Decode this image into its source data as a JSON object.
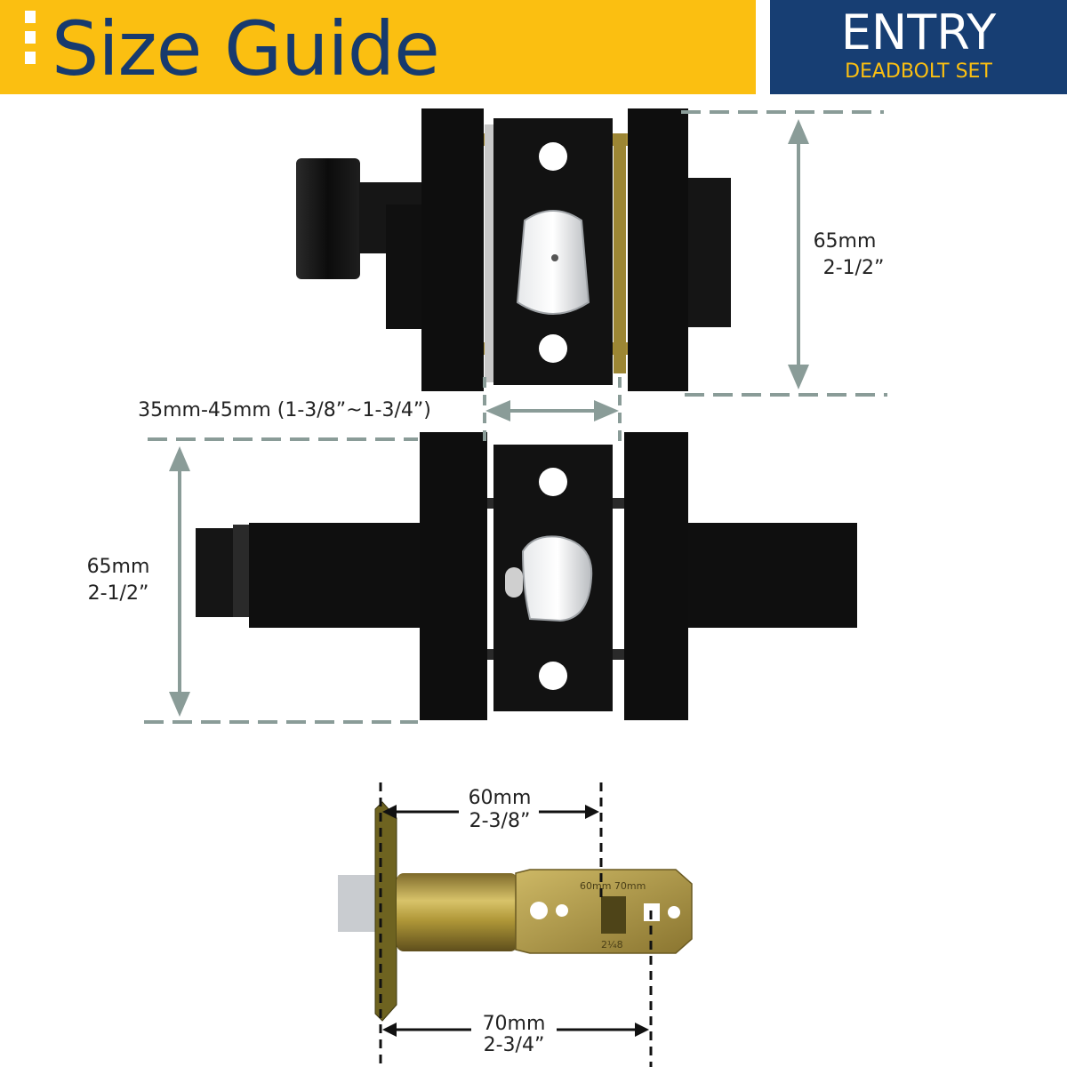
{
  "header": {
    "title": "Size Guide",
    "badge_title": "ENTRY",
    "badge_subtitle": "DEADBOLT SET",
    "accent_color": "#fbbf11",
    "badge_color": "#173e73"
  },
  "dimensions": {
    "deadbolt_height_mm": "65mm",
    "deadbolt_height_in": "2-1/2”",
    "door_thickness": "35mm-45mm (1-3/8”~1-3/4”)",
    "lever_height_mm": "65mm",
    "lever_height_in": "2-1/2”",
    "backset_short_mm": "60mm",
    "backset_short_in": "2-3/8”",
    "backset_long_mm": "70mm",
    "backset_long_in": "2-3/4”"
  },
  "latch_markings": {
    "engraved_text": "60mm 70mm",
    "engraved_fraction": "2¼8"
  },
  "colors": {
    "hardware_black": "#111111",
    "dimension_line": "#8a9c98",
    "latch_brass": "#b59a3a"
  }
}
